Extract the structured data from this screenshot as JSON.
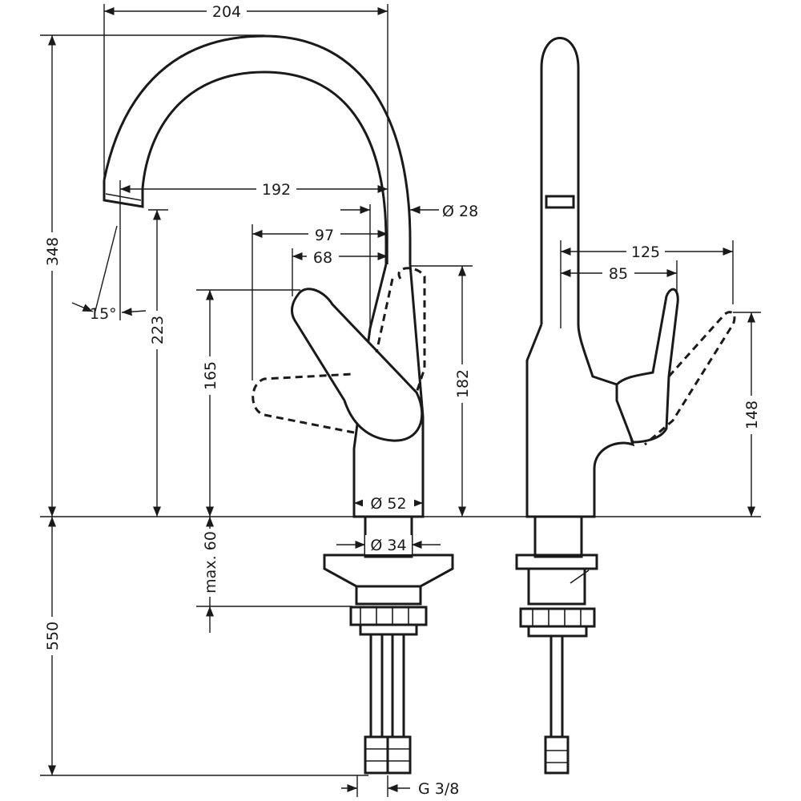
{
  "dimensions": {
    "width_204": "204",
    "height_348": "348",
    "reach_192": "192",
    "dia_28": "Ø 28",
    "d97": "97",
    "d68": "68",
    "angle_15": "15°",
    "h223": "223",
    "h165": "165",
    "h182": "182",
    "dia_52": "Ø 52",
    "dia_34": "Ø 34",
    "max60": "max. 60",
    "h550": "550",
    "thread": "G 3/8",
    "d125": "125",
    "d85": "85",
    "h148": "148"
  },
  "colors": {
    "line": "#1a1a1a",
    "background": "#ffffff"
  }
}
